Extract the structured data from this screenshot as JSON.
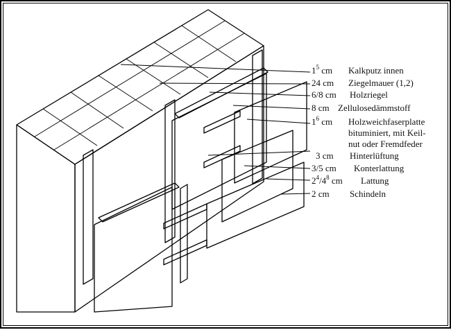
{
  "layers": [
    {
      "thickness": "1",
      "thickness_sup": "5",
      "unit": "cm",
      "name": "Kalkputz innen"
    },
    {
      "thickness": "24 cm",
      "name": "Ziegelmauer (1,2)"
    },
    {
      "thickness": "6/8 cm",
      "name": "Holzriegel"
    },
    {
      "thickness": "8 cm",
      "name": "Zellulosedämmstoff"
    },
    {
      "thickness": "1",
      "thickness_sup": "6",
      "unit": "cm",
      "name_lines": [
        "Holzweichfaserplatte",
        "bituminiert, mit Keil-",
        "nut oder Fremdfeder"
      ]
    },
    {
      "thickness": "3 cm",
      "name": "Hinterlüftung"
    },
    {
      "thickness": "3/5 cm",
      "name": "Konterlattung"
    },
    {
      "thickness_a": "2",
      "sup_a": "4",
      "thickness_b": "/4",
      "sup_b": "8",
      "unit": "cm",
      "name": "Lattung"
    },
    {
      "thickness": "2 cm",
      "name": "Schindeln"
    }
  ]
}
